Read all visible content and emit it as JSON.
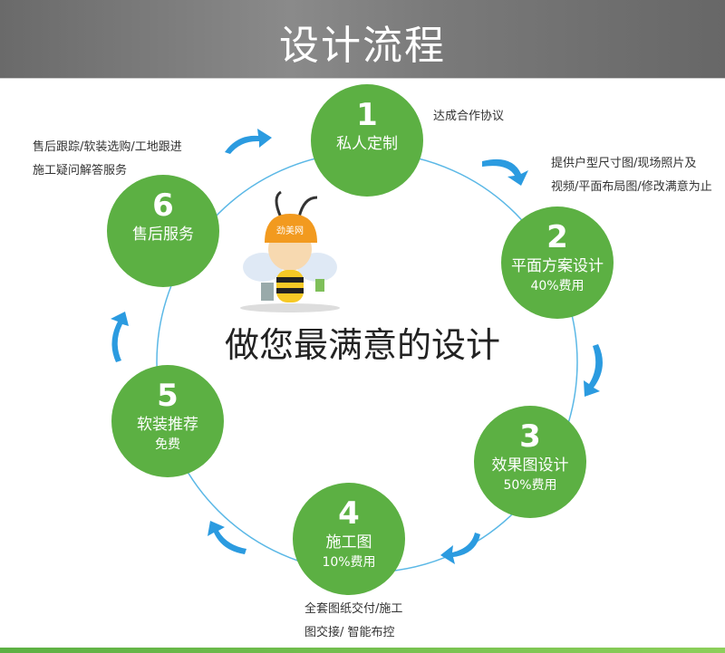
{
  "header": {
    "title": "设计流程"
  },
  "slogan": "做您最满意的设计",
  "mascot": {
    "logo_text": "劲美网"
  },
  "steps": [
    {
      "num": "1",
      "label": "私人定制",
      "fee": "",
      "note": [
        "达成合作协议"
      ]
    },
    {
      "num": "2",
      "label": "平面方案设计",
      "fee": "40%费用",
      "note": [
        "提供户型尺寸图/现场照片及",
        "视频/平面布局图/修改满意为止"
      ]
    },
    {
      "num": "3",
      "label": "效果图设计",
      "fee": "50%费用",
      "note": []
    },
    {
      "num": "4",
      "label": "施工图",
      "fee": "10%费用",
      "note": [
        "全套图纸交付/施工",
        "图交接/ 智能布控"
      ]
    },
    {
      "num": "5",
      "label": "软装推荐",
      "fee": "免费",
      "note": []
    },
    {
      "num": "6",
      "label": "售后服务",
      "fee": "",
      "note": [
        "售后跟踪/软装选购/工地跟进",
        "施工疑问解答服务"
      ]
    }
  ],
  "colors": {
    "green": "#5cb043",
    "arrow": "#2b9be0",
    "ring": "#5bb8e6"
  }
}
